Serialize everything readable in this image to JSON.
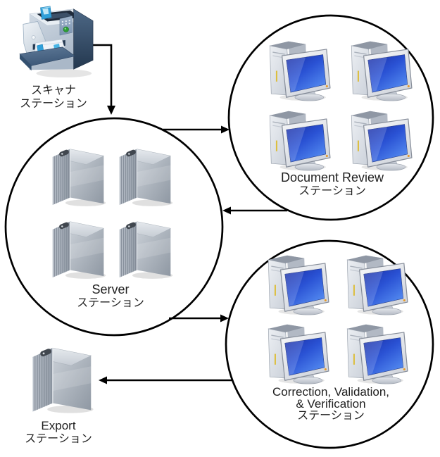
{
  "stations": {
    "scanner": {
      "label_line1": "スキャナ",
      "label_line2": "ステーション",
      "icon": "scanner-icon",
      "device_count": 1,
      "circled": false
    },
    "server": {
      "label_line1": "Server",
      "label_line2": "ステーション",
      "icon": "server-tower-icon",
      "device_count": 4,
      "circled": true
    },
    "document_review": {
      "label_line1": "Document Review",
      "label_line2": "ステーション",
      "icon": "desktop-computer-icon",
      "device_count": 4,
      "circled": true
    },
    "correction_validation_verification": {
      "label_line1": "Correction, Validation,",
      "label_line2": "& Verification",
      "label_line3": "ステーション",
      "icon": "desktop-computer-icon",
      "device_count": 4,
      "circled": true
    },
    "export": {
      "label_line1": "Export",
      "label_line2": "ステーション",
      "icon": "server-tower-icon",
      "device_count": 1,
      "circled": false
    }
  },
  "flows": [
    {
      "from": "scanner",
      "to": "server"
    },
    {
      "from": "server",
      "to": "document_review"
    },
    {
      "from": "document_review",
      "to": "server"
    },
    {
      "from": "server",
      "to": "correction_validation_verification"
    },
    {
      "from": "correction_validation_verification",
      "to": "export"
    }
  ],
  "colors": {
    "background": "#ffffff",
    "circle_stroke": "#000000",
    "arrow": "#000000",
    "text": "#1f1f1f",
    "monitor_screen_blue": "#2a52d4",
    "tower_gray": "#a9b1bc",
    "scanner_side_blue": "#31465e",
    "paper_guide_blue": "#2f9fd9",
    "keypad_green": "#2d9e35"
  }
}
